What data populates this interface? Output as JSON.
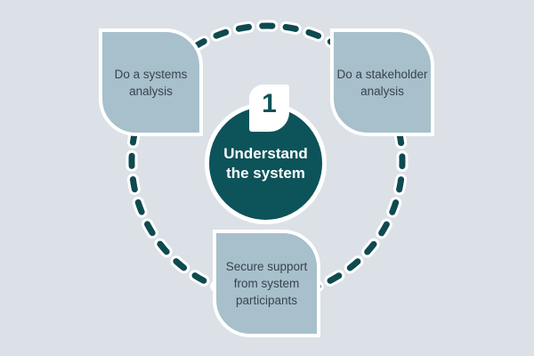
{
  "diagram": {
    "center": {
      "step_number": "1",
      "title_lines": [
        "Understand",
        "the system"
      ]
    },
    "cards": [
      {
        "id": "systems-analysis",
        "lines": [
          "Do a systems",
          "analysis"
        ]
      },
      {
        "id": "stakeholder-analysis",
        "lines": [
          "Do a stakeholder",
          "analysis"
        ]
      },
      {
        "id": "secure-support",
        "lines": [
          "Secure support",
          "from system",
          "participants"
        ]
      }
    ]
  },
  "theme": {
    "background": "#dce1e7",
    "card_fill": "#a7c0cb",
    "card_text": "#39434e",
    "circle_fill": "#0d535a",
    "dash_color": "#0e4a50",
    "outline_white": "#ffffff",
    "number_color": "#0d535a",
    "title_color": "#ffffff"
  }
}
